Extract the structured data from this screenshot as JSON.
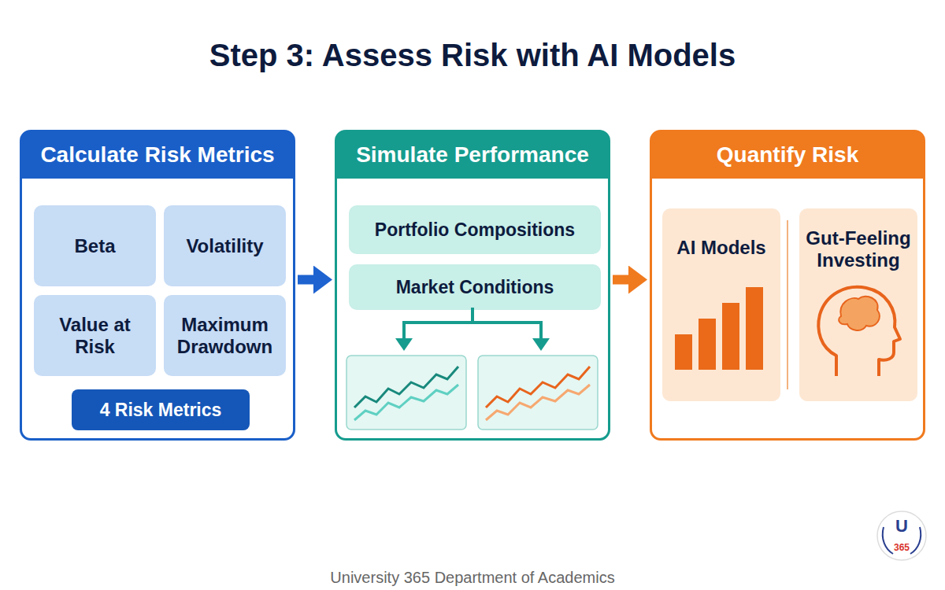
{
  "diagram": {
    "title": "Step 3: Assess Risk with AI Models",
    "caption": "University 365 Department of Academics",
    "nodes": [
      {
        "text": [
          "Calculate Risk Metrics"
        ]
      },
      {
        "text": [
          "Beta"
        ],
        "in": 0
      },
      {
        "text": [
          "Volatility"
        ],
        "in": 0
      },
      {
        "text": [
          "Value at Risk"
        ],
        "in": 0
      },
      {
        "text": [
          "Maximum Drawdown"
        ],
        "in": 0
      },
      {
        "text": [
          "4 Risk Metrics"
        ],
        "in": 0
      },
      {
        "text": [
          "Simulate Performance"
        ]
      },
      {
        "text": [
          "Portfolio Compositions"
        ],
        "in": 6
      },
      {
        "text": [
          "Market Conditions"
        ],
        "in": 6
      },
      {
        "text": [
          "Quantify Risk"
        ]
      },
      {
        "text": [
          "AI Models"
        ],
        "in": 9
      },
      {
        "text": [
          "Gut-Feeling Investing"
        ],
        "in": 9
      }
    ],
    "edges": [
      {
        "from": 0,
        "to": 6,
        "arrow": "to"
      },
      {
        "from": 6,
        "to": 9,
        "arrow": "to"
      }
    ],
    "labels": [
      "U",
      "365"
    ]
  }
}
